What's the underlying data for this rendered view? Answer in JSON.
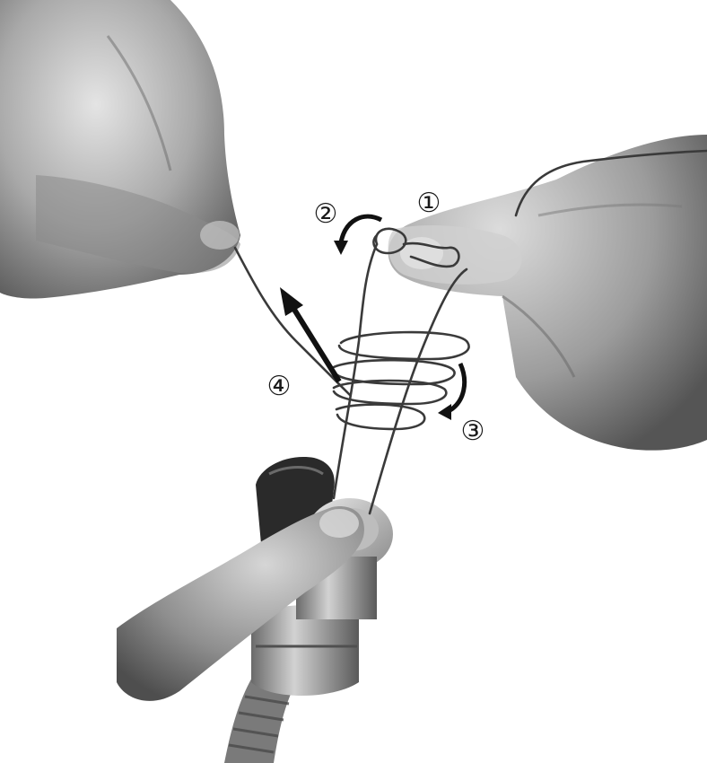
{
  "figure": {
    "steps": [
      {
        "id": "step-1",
        "marker": "①"
      },
      {
        "id": "step-2",
        "marker": "②"
      },
      {
        "id": "step-3",
        "marker": "③"
      },
      {
        "id": "step-4",
        "marker": "④"
      }
    ],
    "colors": {
      "background": "#ffffff",
      "skin_light": "#d8d8d8",
      "skin_mid": "#a8a8a8",
      "skin_dark": "#5a5a5a",
      "wire": "#3a3a3a",
      "arrow": "#111111",
      "metal": "#9a9a9a"
    },
    "icons": [
      "curved-arrow-icon",
      "straight-arrow-icon"
    ]
  }
}
